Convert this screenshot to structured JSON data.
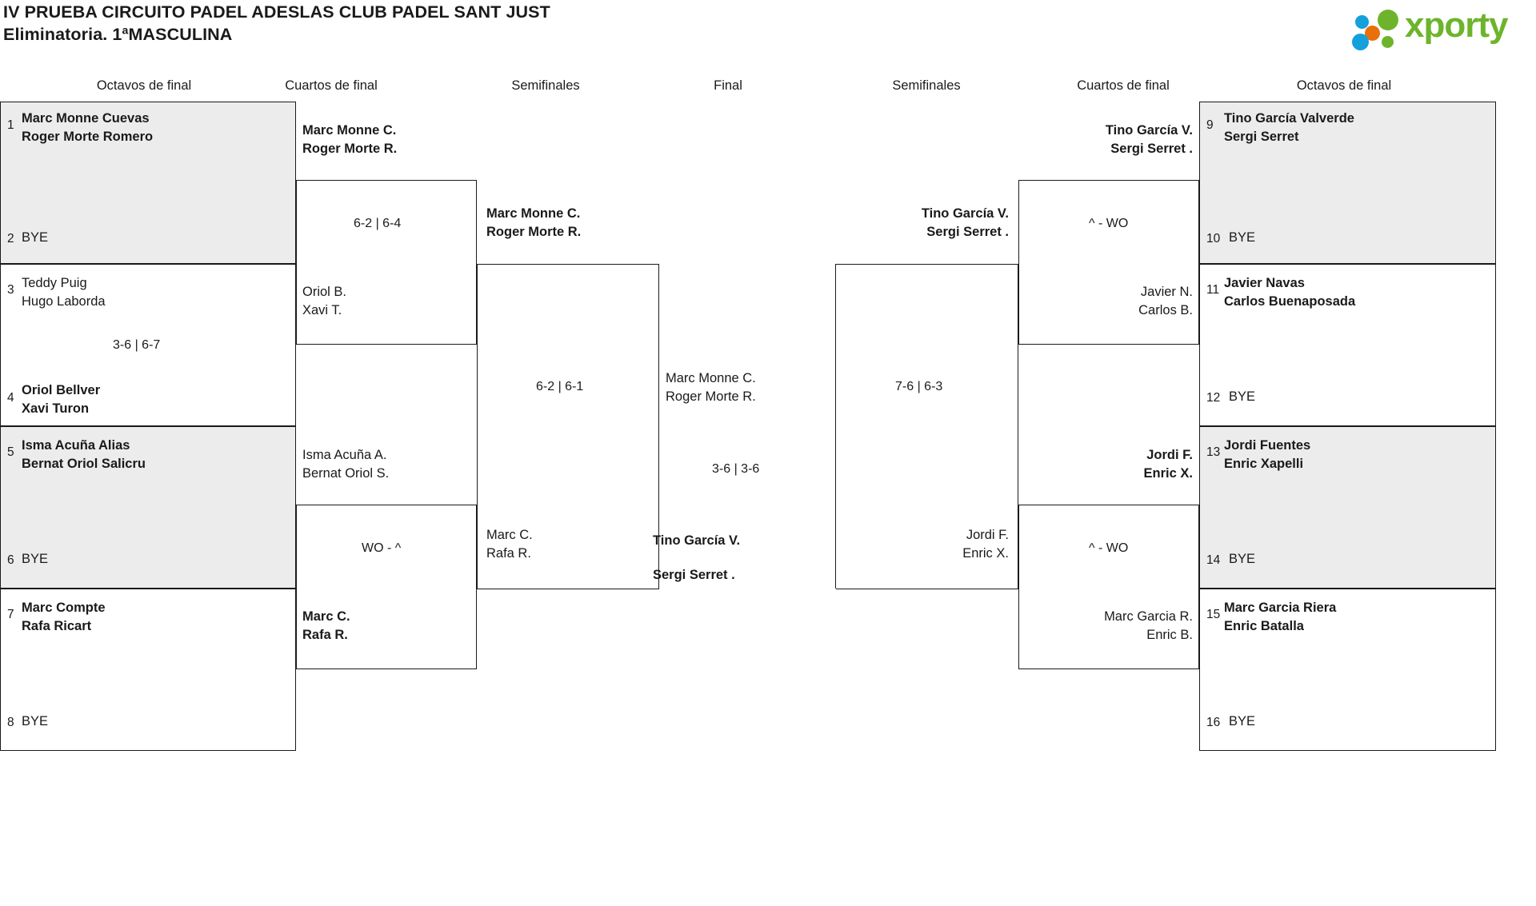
{
  "header": {
    "title_line1": "IV PRUEBA CIRCUITO PADEL ADESLAS CLUB PADEL SANT JUST",
    "title_line2": "Eliminatoria. 1ªMASCULINA",
    "logo_text": "xporty",
    "logo_colors": {
      "green": "#6db42c",
      "blue": "#13a0db",
      "orange": "#e8700a"
    }
  },
  "round_headers": {
    "left_r16": "Octavos de final",
    "left_qf": "Cuartos de final",
    "left_sf": "Semifinales",
    "final": "Final",
    "right_sf": "Semifinales",
    "right_qf": "Cuartos de final",
    "right_r16": "Octavos de final"
  },
  "left": {
    "r16": [
      {
        "seed": "1",
        "line1": "Marc Monne Cuevas",
        "line2": "Roger Morte Romero",
        "winner": true,
        "bye": false
      },
      {
        "seed": "2",
        "line1": "BYE",
        "line2": "",
        "winner": false,
        "bye": true
      },
      {
        "seed": "3",
        "line1": "Teddy Puig",
        "line2": "Hugo Laborda",
        "winner": false,
        "bye": false
      },
      {
        "seed": "4",
        "line1": "Oriol Bellver",
        "line2": "Xavi Turon",
        "winner": true,
        "bye": false
      },
      {
        "seed": "5",
        "line1": "Isma Acuña Alias",
        "line2": "Bernat Oriol Salicru",
        "winner": true,
        "bye": false
      },
      {
        "seed": "6",
        "line1": "BYE",
        "line2": "",
        "winner": false,
        "bye": true
      },
      {
        "seed": "7",
        "line1": "Marc Compte",
        "line2": "Rafa Ricart",
        "winner": true,
        "bye": false
      },
      {
        "seed": "8",
        "line1": "BYE",
        "line2": "",
        "winner": false,
        "bye": true
      }
    ],
    "r16_scores": [
      "",
      "3-6 | 6-7",
      "",
      ""
    ],
    "qf": [
      {
        "line1": "Marc Monne C.",
        "line2": "Roger Morte R.",
        "winner": true
      },
      {
        "line1": "Oriol B.",
        "line2": "Xavi T.",
        "winner": false
      },
      {
        "line1": "Isma Acuña A.",
        "line2": "Bernat Oriol S.",
        "winner": false
      },
      {
        "line1": "Marc C.",
        "line2": "Rafa R.",
        "winner": true
      }
    ],
    "qf_scores": [
      "6-2 | 6-4",
      "WO - ^"
    ],
    "sf": [
      {
        "line1": "Marc Monne C.",
        "line2": "Roger Morte R.",
        "winner": true
      },
      {
        "line1": "Marc C.",
        "line2": "Rafa R.",
        "winner": false
      }
    ],
    "sf_score": "6-2 | 6-1"
  },
  "final": {
    "top": {
      "line1": "Marc Monne C.",
      "line2": "Roger Morte R.",
      "winner": false
    },
    "bottom": {
      "line1": "Tino García V.",
      "line2": "Sergi Serret .",
      "winner": true
    },
    "score": "3-6 | 3-6"
  },
  "right": {
    "sf": [
      {
        "line1": "Tino García V.",
        "line2": "Sergi Serret .",
        "winner": true
      },
      {
        "line1": "Jordi F.",
        "line2": "Enric X.",
        "winner": false
      }
    ],
    "sf_score": "7-6 | 6-3",
    "qf": [
      {
        "line1": "Tino García V.",
        "line2": "Sergi Serret .",
        "winner": true
      },
      {
        "line1": "Javier N.",
        "line2": "Carlos B.",
        "winner": false
      },
      {
        "line1": "Jordi F.",
        "line2": "Enric X.",
        "winner": true
      },
      {
        "line1": "Marc Garcia R.",
        "line2": "Enric B.",
        "winner": false
      }
    ],
    "qf_scores": [
      "^ - WO",
      "^ - WO"
    ],
    "r16": [
      {
        "seed": "9",
        "line1": "Tino García Valverde",
        "line2": "Sergi Serret",
        "winner": true,
        "bye": false
      },
      {
        "seed": "10",
        "line1": "BYE",
        "line2": "",
        "winner": false,
        "bye": true
      },
      {
        "seed": "11",
        "line1": "Javier Navas",
        "line2": "Carlos Buenaposada",
        "winner": true,
        "bye": false
      },
      {
        "seed": "12",
        "line1": "BYE",
        "line2": "",
        "winner": false,
        "bye": true
      },
      {
        "seed": "13",
        "line1": "Jordi Fuentes",
        "line2": "Enric Xapelli",
        "winner": true,
        "bye": false
      },
      {
        "seed": "14",
        "line1": "BYE",
        "line2": "",
        "winner": false,
        "bye": true
      },
      {
        "seed": "15",
        "line1": "Marc Garcia Riera",
        "line2": "Enric Batalla",
        "winner": true,
        "bye": false
      },
      {
        "seed": "16",
        "line1": "BYE",
        "line2": "",
        "winner": false,
        "bye": true
      }
    ]
  }
}
